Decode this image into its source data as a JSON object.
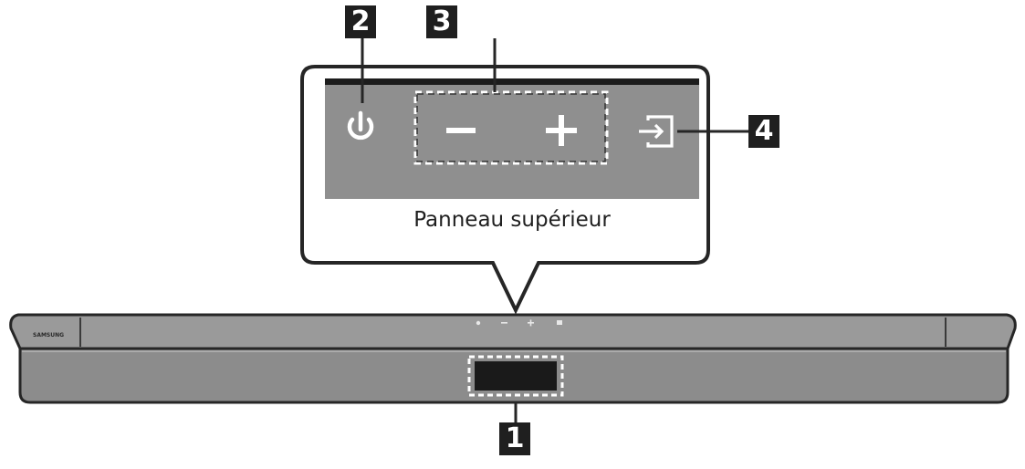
{
  "callouts": {
    "one": "1",
    "two": "2",
    "three": "3",
    "four": "4"
  },
  "panel": {
    "caption": "Panneau supérieur",
    "buttons": [
      "power-icon",
      "volume-minus-icon",
      "volume-plus-icon",
      "source-input-icon"
    ]
  },
  "soundbar": {
    "brand": "SAMSUNG"
  },
  "colors": {
    "panel_fill": "#8f8f8f",
    "panel_top": "#1c1c1c",
    "bar_fill": "#8c8c8c",
    "bar_top": "#9a9a9a",
    "outline": "#262626",
    "icon": "#ffffff"
  }
}
